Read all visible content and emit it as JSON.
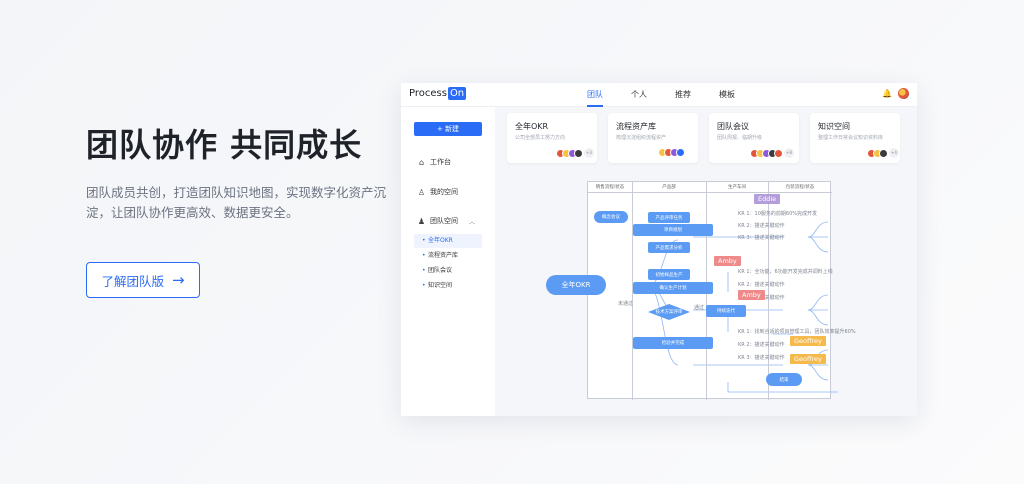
{
  "hero": {
    "title": "团队协作 共同成长",
    "description": "团队成员共创，打造团队知识地图，实现数字化资产沉淀，让团队协作更高效、数据更安全。",
    "cta_label": "了解团队版",
    "cta_arrow": "→"
  },
  "app": {
    "logo_text": "Process",
    "logo_badge": "On",
    "nav": [
      {
        "label": "团队",
        "active": true
      },
      {
        "label": "个人",
        "active": false
      },
      {
        "label": "推荐",
        "active": false
      },
      {
        "label": "模板",
        "active": false
      }
    ],
    "new_button": "+ 新建",
    "sidebar": {
      "workbench": "工作台",
      "my_space": "我的空间",
      "team_space": "团队空间",
      "sub_items": [
        {
          "label": "全年OKR",
          "active": true
        },
        {
          "label": "流程资产库",
          "active": false
        },
        {
          "label": "团队会议",
          "active": false
        },
        {
          "label": "知识空间",
          "active": false
        }
      ]
    },
    "cards": [
      {
        "title": "全年OKR",
        "subtitle": "公司全部员工努力方向",
        "more": "+3"
      },
      {
        "title": "流程资产库",
        "subtitle": "梳理沉淀组织流程资产",
        "more": ""
      },
      {
        "title": "团队会议",
        "subtitle": "团队周报、临期升级",
        "more": "+8"
      },
      {
        "title": "知识空间",
        "subtitle": "整理工作日常会议知识资料库",
        "more": "+4"
      }
    ],
    "diagram": {
      "lanes": [
        "销售流程/状态",
        "产品部",
        "生产车间",
        "包装流程/状态"
      ],
      "main_node": "全年OKR",
      "nodes": [
        "概念会议",
        "产品评审任务",
        "产品需求分析",
        "初始样品生产",
        "确认生产计划",
        "检验并完成",
        "技术方案评审",
        "项目规划",
        "持续迭代",
        "结束"
      ],
      "kr_rows": [
        "KR 1：10服务的前期60%完成开发",
        "KR 2：描述关键动作",
        "KR 3：描述关键动作",
        "KR 1：全功能，6功能开发完成并调料上线",
        "KR 2：描述关键动作",
        "KR 3：描述关键动作",
        "KR 1：找到合适的项目管理工具，团队效率提升60%",
        "KR 2：描述关键动作",
        "KR 3：描述关键动作"
      ],
      "cursors": [
        {
          "name": "Eddie",
          "color": "#b39ddb"
        },
        {
          "name": "Amby",
          "color": "#ef8a8a"
        },
        {
          "name": "Amby",
          "color": "#ef8a8a"
        },
        {
          "name": "Geoffrey",
          "color": "#f5b94c"
        },
        {
          "name": "Geoffrey",
          "color": "#f5b94c"
        }
      ],
      "side_label": "未通过",
      "pass_label": "通过"
    }
  },
  "colors": {
    "accent": "#2b6cf6",
    "node": "#5b9bf4"
  }
}
